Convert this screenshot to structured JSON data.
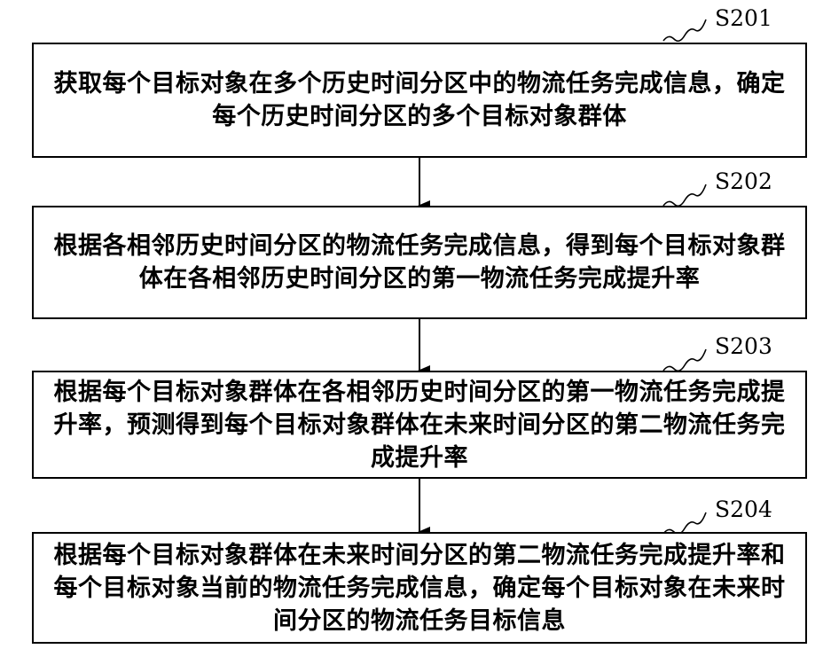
{
  "steps": [
    {
      "id": "S201",
      "text": "获取每个目标对象在多个历史时间分区中的物流任务完成信息，确定每个历史时间分区的多个目标对象群体"
    },
    {
      "id": "S202",
      "text": "根据各相邻历史时间分区的物流任务完成信息，得到每个目标对象群体在各相邻历史时间分区的第一物流任务完成提升率"
    },
    {
      "id": "S203",
      "text": "根据每个目标对象群体在各相邻历史时间分区的第一物流任务完成提升率，预测得到每个目标对象群体在未来时间分区的第二物流任务完成提升率"
    },
    {
      "id": "S204",
      "text": "根据每个目标对象群体在未来时间分区的第二物流任务完成提升率和每个目标对象当前的物流任务完成信息，确定每个目标对象在未来时间分区的物流任务目标信息"
    }
  ]
}
